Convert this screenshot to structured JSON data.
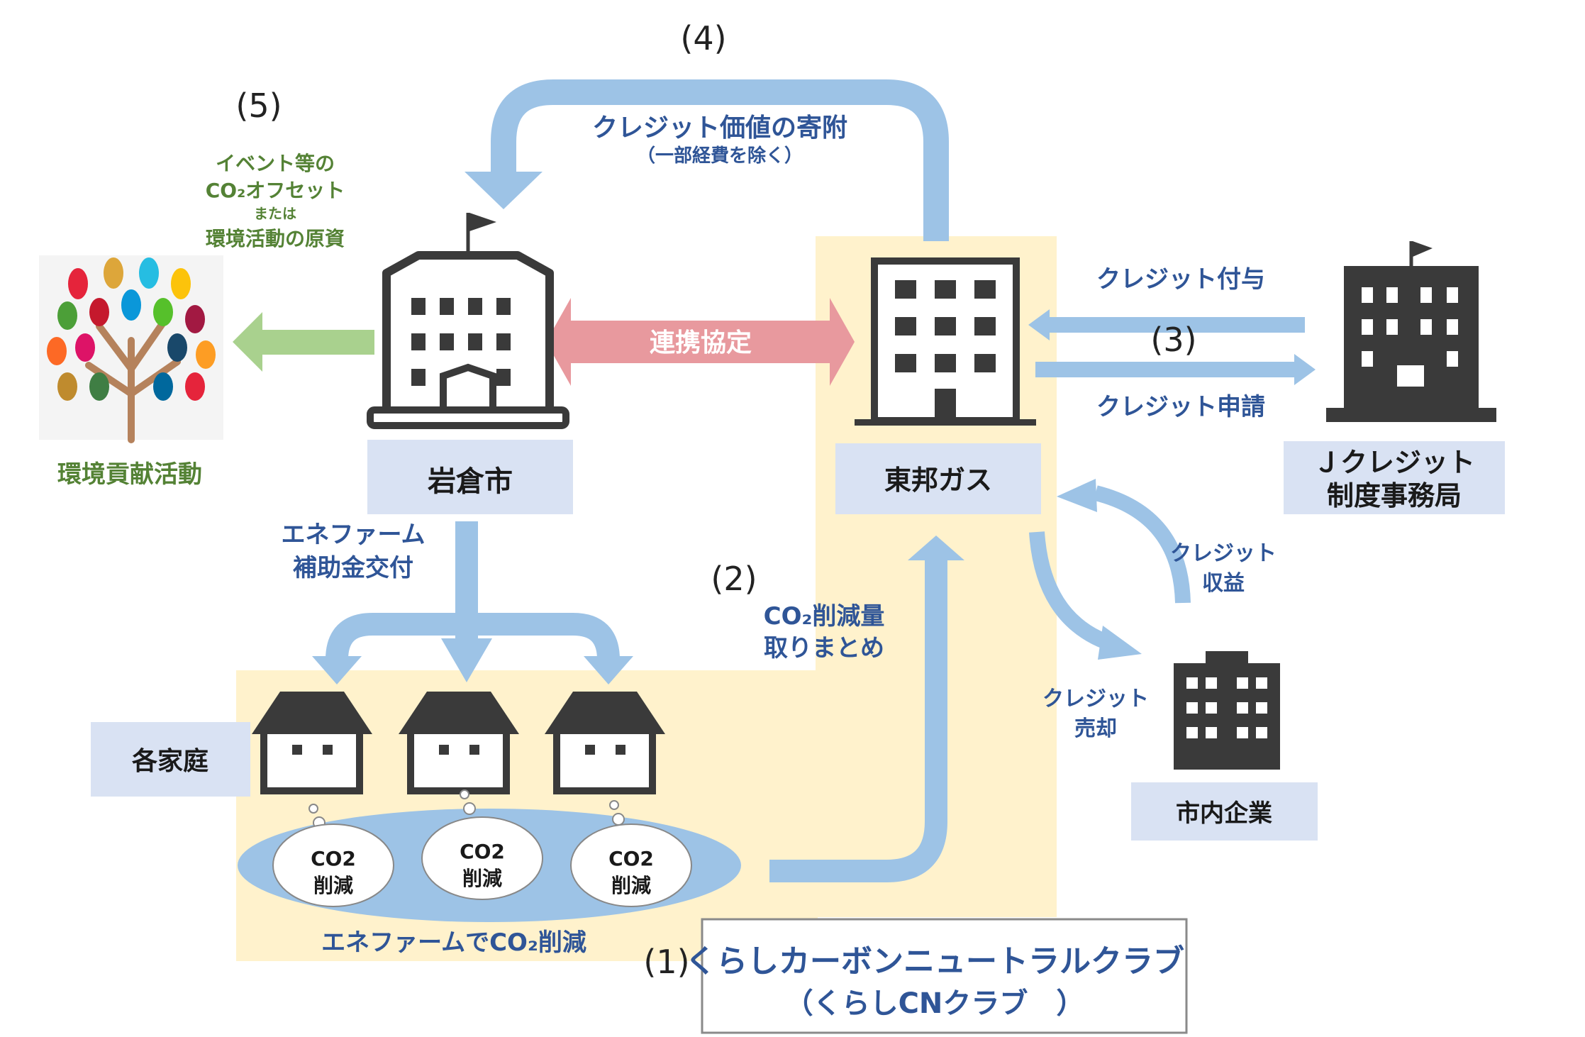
{
  "steps": {
    "s1": "(1)",
    "s2": "(2)",
    "s3": "(3)",
    "s4": "(4)",
    "s5": "(5)"
  },
  "colors": {
    "yellow_zone": "#fff2cc",
    "label_box": "#d9e2f3",
    "arrow_blue": "#9dc3e6",
    "arrow_pink": "#e8999e",
    "arrow_green": "#a9d18e",
    "text_blue": "#2f5597",
    "text_green": "#548235",
    "building_dark": "#3a3a3a"
  },
  "nodes": {
    "iwakura": "岩倉市",
    "toho": "東邦ガス",
    "jcredit_line1": "Ｊクレジット",
    "jcredit_line2": "制度事務局",
    "households": "各家庭",
    "companies": "市内企業",
    "env": "環境貢献活動"
  },
  "labels": {
    "donation": "クレジット価値の寄附",
    "donation_note": "（一部経費を除く）",
    "offset_line1": "イベント等の",
    "offset_line2": "CO₂オフセット",
    "offset_line3": "または",
    "offset_line4": "環境活動の原資",
    "partnership": "連携協定",
    "grant_line1": "エネファーム",
    "grant_line2": "補助金交付",
    "credit_grant": "クレジット付与",
    "credit_apply": "クレジット申請",
    "co2_collect_line1": "CO₂削減量",
    "co2_collect_line2": "取りまとめ",
    "credit_revenue_line1": "クレジット",
    "credit_revenue_line2": "収益",
    "credit_sale_line1": "クレジット",
    "credit_sale_line2": "売却",
    "cloud_line1": "CO2",
    "cloud_line2": "削減",
    "enefarm_co2": "エネファームでCO₂削減",
    "club_line1": "くらしカーボンニュートラルクラブ",
    "club_line2": "（くらしCNクラブ　）"
  }
}
